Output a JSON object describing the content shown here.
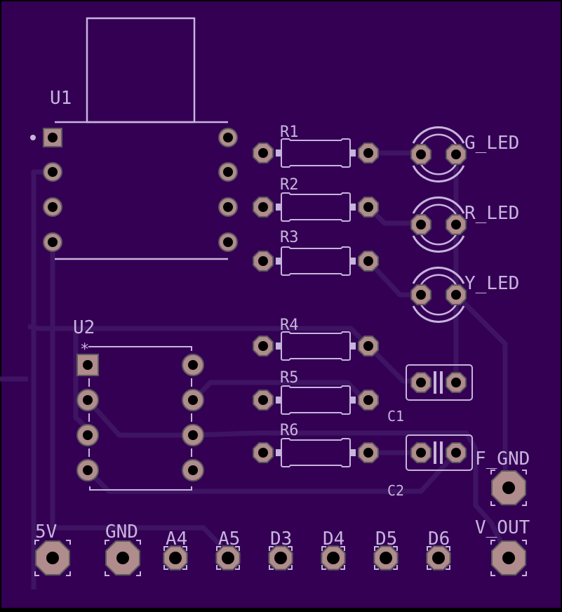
{
  "colors": {
    "board": "#330054",
    "trace": "#3f1463",
    "silk": "#c8b4dc",
    "pad": "#b08c8c",
    "pad_stroke": "#5c5c5c",
    "drill": "#000000"
  },
  "components": {
    "U1": {
      "label": "U1"
    },
    "U2": {
      "label": "U2",
      "pin1_marker": "*"
    },
    "resistors": [
      "R1",
      "R2",
      "R3",
      "R4",
      "R5",
      "R6"
    ],
    "leds": [
      "G_LED",
      "R_LED",
      "Y_LED"
    ],
    "capacitors": [
      "C1",
      "C2"
    ]
  },
  "connectors": {
    "five_v": "5V",
    "gnd": "GND",
    "a4": "A4",
    "a5": "A5",
    "d3": "D3",
    "d4": "D4",
    "d5": "D5",
    "d6": "D6",
    "f_gnd": "F_GND",
    "v_out": "V_OUT"
  }
}
